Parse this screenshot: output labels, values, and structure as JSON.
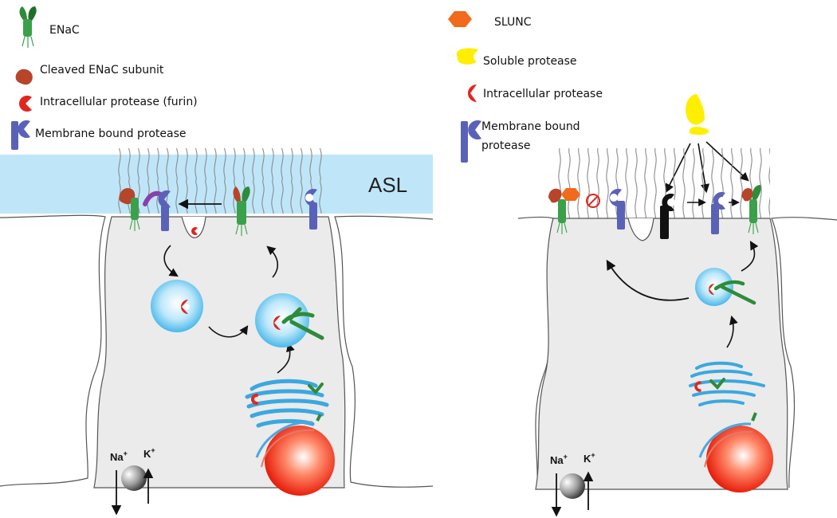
{
  "left_panel": {
    "legend": [
      {
        "icon": "enac-channel-icon",
        "label": "ENaC"
      },
      {
        "icon": "cleaved-subunit-icon",
        "label": "Cleaved ENaC subunit"
      },
      {
        "icon": "intracellular-protease-icon",
        "label": "Intracellular protease (furin)"
      },
      {
        "icon": "membrane-protease-icon",
        "label": "Membrane  bound protease"
      }
    ],
    "asl_label": "ASL",
    "ions": {
      "na": "Na",
      "k": "K",
      "charge": "+"
    }
  },
  "right_panel": {
    "legend": [
      {
        "icon": "slunc-hexagon-icon",
        "label": "SLUNC"
      },
      {
        "icon": "soluble-protease-icon",
        "label": "Soluble protease"
      },
      {
        "icon": "intracellular-protease-icon",
        "label": "Intracellular protease"
      },
      {
        "icon": "membrane-protease-icon",
        "label_line1": "Membrane  bound",
        "label_line2": "protease"
      }
    ],
    "ions": {
      "na": "Na",
      "k": "K",
      "charge": "+"
    }
  },
  "colors": {
    "asl_blue": "#bfe6f8",
    "cell_gray": "#ebebeb",
    "enac_green": "#2e8b3a",
    "cleaved_brown": "#b8442a",
    "furin_red": "#e0261f",
    "membrane_protease_blue": "#5a62b8",
    "slunc_orange": "#f26a1b",
    "soluble_yellow": "#ffee00",
    "vesicle_blue": "#5fc3ee"
  }
}
